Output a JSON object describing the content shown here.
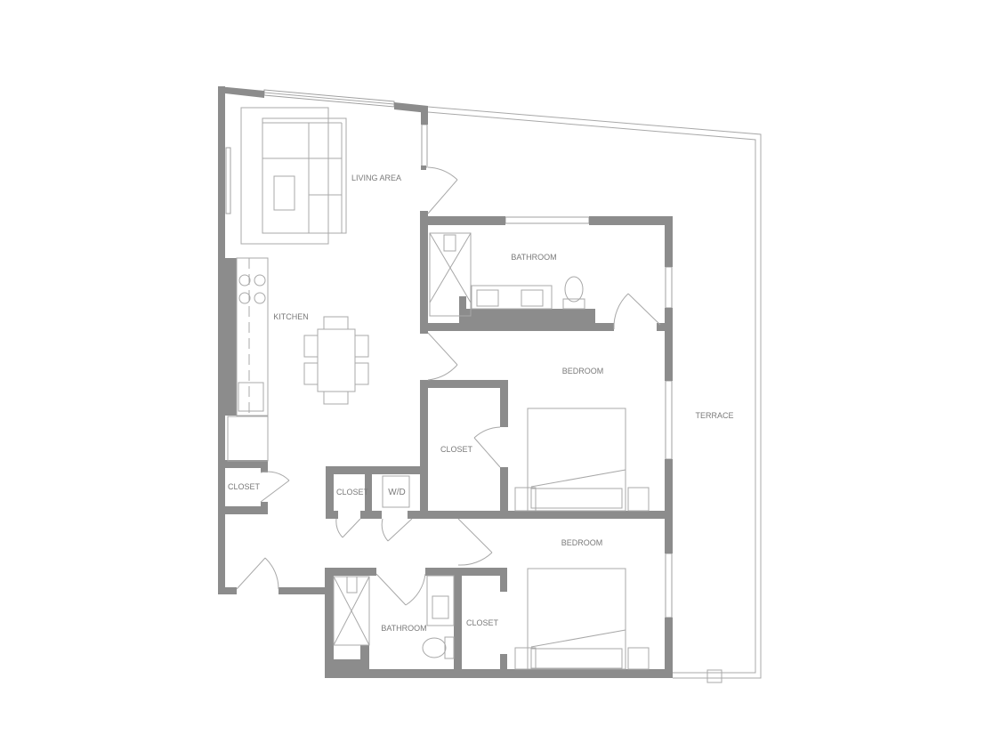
{
  "floorplan": {
    "rooms": {
      "living_area": "LIVING AREA",
      "kitchen": "KITCHEN",
      "bathroom_master": "BATHROOM",
      "bedroom_1": "BEDROOM",
      "closet_bedroom_1": "CLOSET",
      "closet_entry": "CLOSET",
      "closet_hall": "CLOSET",
      "laundry": "W/D",
      "bedroom_2": "BEDROOM",
      "bathroom_2": "BATHROOM",
      "closet_bedroom_2": "CLOSET",
      "terrace": "TERRACE"
    },
    "colors": {
      "wall": "#8c8c8c",
      "line": "#a8a8a8",
      "label": "#7a7a7a"
    }
  }
}
